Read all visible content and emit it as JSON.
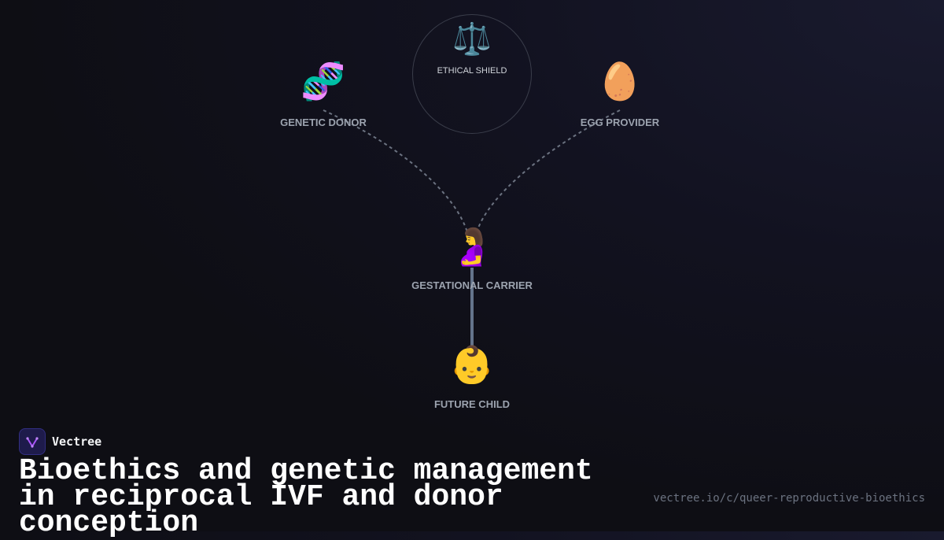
{
  "diagram": {
    "nodes": [
      {
        "id": "genetic_donor",
        "icon": "dna-icon",
        "glyph": "🧬",
        "label": "GENETIC DONOR"
      },
      {
        "id": "egg_provider",
        "icon": "egg-icon",
        "glyph": "🥚",
        "label": "EGG PROVIDER"
      },
      {
        "id": "gestational_carrier",
        "icon": "pregnant-woman-icon",
        "glyph": "🤰",
        "label": "GESTATIONAL CARRIER"
      },
      {
        "id": "future_child",
        "icon": "baby-icon",
        "glyph": "👶",
        "label": "FUTURE CHILD"
      }
    ],
    "shield": {
      "icon": "balance-scale-icon",
      "glyph": "⚖️",
      "label": "ETHICAL SHIELD"
    },
    "edges": [
      {
        "from": "genetic_donor",
        "to": "gestational_carrier",
        "style": "dashed"
      },
      {
        "from": "egg_provider",
        "to": "gestational_carrier",
        "style": "dashed"
      },
      {
        "from": "gestational_carrier",
        "to": "future_child",
        "style": "solid"
      }
    ]
  },
  "footer": {
    "brand_name": "Vectree",
    "title": "Bioethics and genetic management in reciprocal IVF and donor conception",
    "url": "vectree.io/c/queer-reproductive-bioethics"
  },
  "colors": {
    "link": "#6b7280",
    "solid_link": "#64748b",
    "logo_accent": "#a855f7"
  }
}
